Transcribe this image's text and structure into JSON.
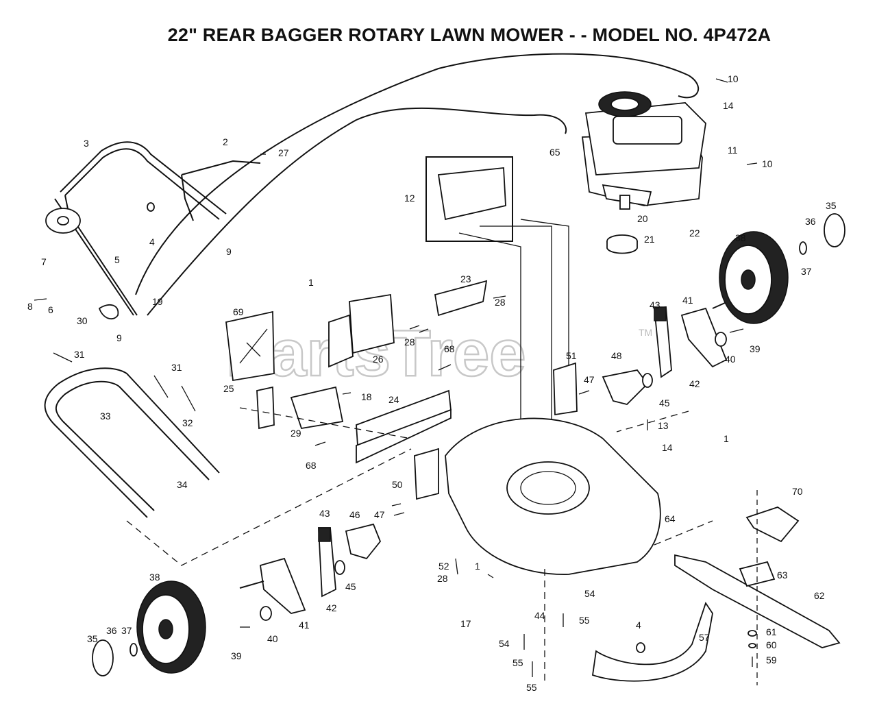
{
  "title": "22\" REAR BAGGER ROTARY LAWN MOWER - - MODEL NO. 4P472A",
  "watermark": "PartsTree",
  "watermark_mark": "TM",
  "callouts": [
    "10",
    "14",
    "65",
    "11",
    "10",
    "2",
    "27",
    "3",
    "12",
    "20",
    "21",
    "22",
    "35",
    "36",
    "38",
    "37",
    "4",
    "5",
    "9",
    "7",
    "8",
    "6",
    "19",
    "30",
    "9",
    "1",
    "23",
    "28",
    "28",
    "69",
    "26",
    "43",
    "41",
    "39",
    "40",
    "31",
    "31",
    "51",
    "48",
    "47",
    "45",
    "42",
    "25",
    "68",
    "18",
    "33",
    "32",
    "24",
    "29",
    "68",
    "13",
    "14",
    "1",
    "50",
    "47",
    "43",
    "46",
    "70",
    "34",
    "64",
    "52",
    "28",
    "1",
    "45",
    "62",
    "63",
    "38",
    "54",
    "44",
    "17",
    "55",
    "41",
    "42",
    "4",
    "57",
    "61",
    "60",
    "59",
    "54",
    "55",
    "55",
    "35",
    "36",
    "37",
    "39",
    "40"
  ]
}
